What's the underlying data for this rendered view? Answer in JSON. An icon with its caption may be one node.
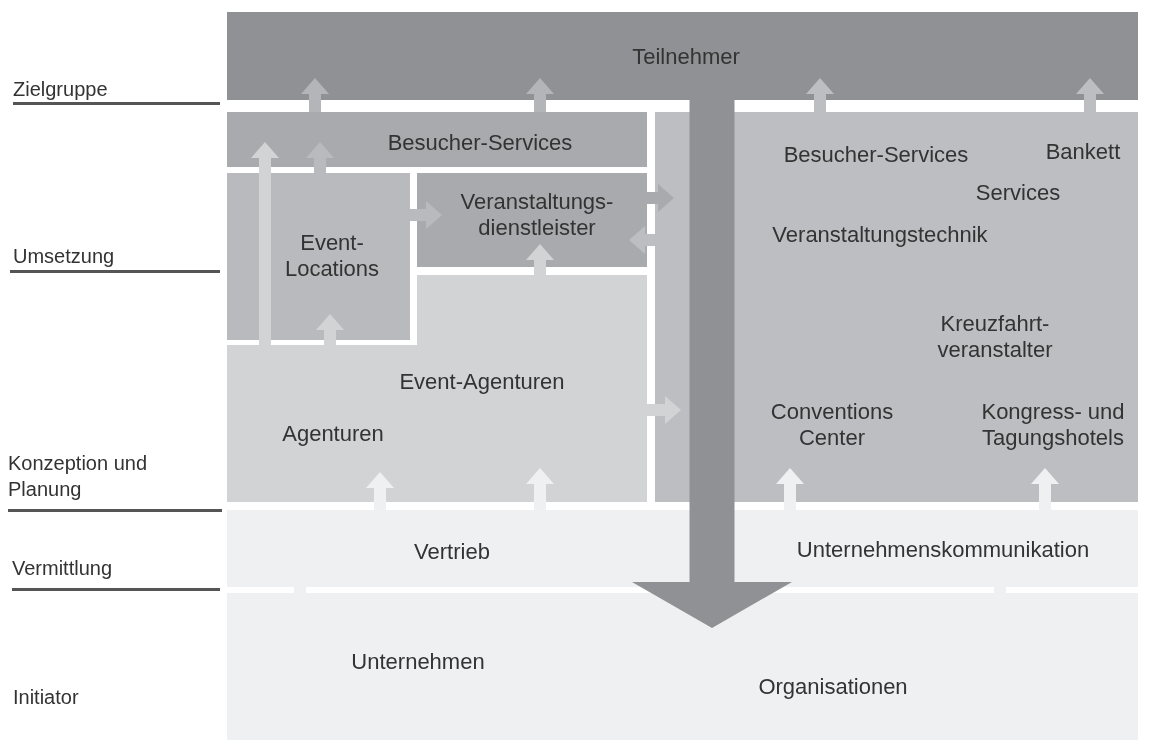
{
  "diagram": {
    "nodes": [
      {
        "text": [
          "Teilnehmer"
        ]
      },
      {
        "text": [
          "Besucher-Services"
        ]
      },
      {
        "text": [
          "Event- Locations"
        ]
      },
      {
        "text": [
          "Veranstaltungs- dienstleister"
        ]
      },
      {
        "text": [
          "Event-Agenturen",
          "Agenturen"
        ]
      },
      {
        "text": [
          "Besucher-Services",
          "Bankett",
          "Services",
          "Veranstaltungstechnik",
          "Kreuzfahrt- veranstalter",
          "Conventions Center",
          "Kongress- und Tagungshotels"
        ]
      },
      {
        "text": [
          "Vertrieb"
        ]
      },
      {
        "text": [
          "Unternehmenskommunikation"
        ]
      },
      {
        "text": [
          "Unternehmen",
          "Organisationen"
        ]
      }
    ],
    "edges": [
      {
        "from": 1,
        "to": 0,
        "arrow": "to",
        "color": "#b4b5b9"
      },
      {
        "from": 1,
        "to": 0,
        "arrow": "to",
        "color": "#b4b5b9"
      },
      {
        "from": 5,
        "to": 0,
        "arrow": "to",
        "color": "#bdbec2"
      },
      {
        "from": 5,
        "to": 0,
        "arrow": "to",
        "color": "#bdbec2"
      },
      {
        "from": 2,
        "to": 1,
        "arrow": "to",
        "color": "#b9babe"
      },
      {
        "from": 4,
        "to": 1,
        "arrow": "to",
        "color": "#d2d3d5"
      },
      {
        "from": 4,
        "to": 2,
        "arrow": "to",
        "color": "#d2d3d5"
      },
      {
        "from": 2,
        "to": 3,
        "arrow": "to",
        "color": "#b9babe"
      },
      {
        "from": 4,
        "to": 3,
        "arrow": "to",
        "color": "#d2d3d5"
      },
      {
        "from": 3,
        "to": 5,
        "arrow": "to",
        "color": "#a9aaae"
      },
      {
        "from": 5,
        "to": 3,
        "arrow": "to",
        "color": "#bdbec2"
      },
      {
        "from": 4,
        "to": 5,
        "arrow": "to",
        "color": "#d2d3d5"
      },
      {
        "from": 6,
        "to": 4,
        "arrow": "to",
        "color": "#eff0f2"
      },
      {
        "from": 6,
        "to": 4,
        "arrow": "to",
        "color": "#eff0f2"
      },
      {
        "from": 7,
        "to": 5,
        "arrow": "to",
        "color": "#eff0f2"
      },
      {
        "from": 7,
        "to": 5,
        "arrow": "to",
        "color": "#eff0f2"
      },
      {
        "from": 8,
        "to": 6,
        "arrow": "none",
        "color": "#eff0f2"
      },
      {
        "from": 8,
        "to": 7,
        "arrow": "none",
        "color": "#eff0f2"
      },
      {
        "from": 0,
        "to": 8,
        "arrow": "to",
        "style": "thick",
        "color": "#909195"
      }
    ],
    "labels": [
      "Zielgruppe",
      "Umsetzung",
      "Konzeption und Planung",
      "Vermittlung",
      "Initiator"
    ]
  }
}
